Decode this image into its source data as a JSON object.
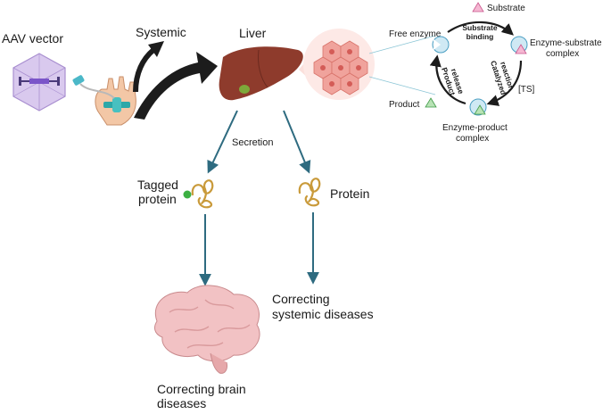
{
  "labels": {
    "aav_vector": "AAV vector",
    "systemic": "Systemic",
    "liver": "Liver",
    "secretion": "Secretion",
    "tagged_protein_line1": "Tagged",
    "tagged_protein_line2": "protein",
    "protein": "Protein",
    "correcting_systemic_line1": "Correcting",
    "correcting_systemic_line2": "systemic diseases",
    "correcting_brain_line1": "Correcting brain",
    "correcting_brain_line2": "diseases"
  },
  "cycle": {
    "substrate": "Substrate",
    "free_enzyme": "Free enzyme",
    "substrate_binding_line1": "Substrate",
    "substrate_binding_line2": "binding",
    "es_complex_line1": "Enzyme-substrate",
    "es_complex_line2": "complex",
    "catalyzed_line1": "Catalyzed",
    "catalyzed_line2": "reaction",
    "ts": "[TS]",
    "product_release_line1": "Product",
    "product_release_line2": "release",
    "product": "Product",
    "ep_complex_line1": "Enzyme-product",
    "ep_complex_line2": "complex"
  },
  "colors": {
    "arrow_teal": "#2e6b80",
    "arrow_black": "#1c1c1c",
    "liver": "#8e3b2c",
    "hepatocyte": "#f0a39c",
    "enzyme": "#cfe9f4",
    "substrate": "#f5b7d2",
    "product": "#b8e3b5",
    "protein": "#c99a3a",
    "tag": "#3cb043",
    "brain": "#f2c2c4",
    "capsid": "#d9c9ee"
  }
}
